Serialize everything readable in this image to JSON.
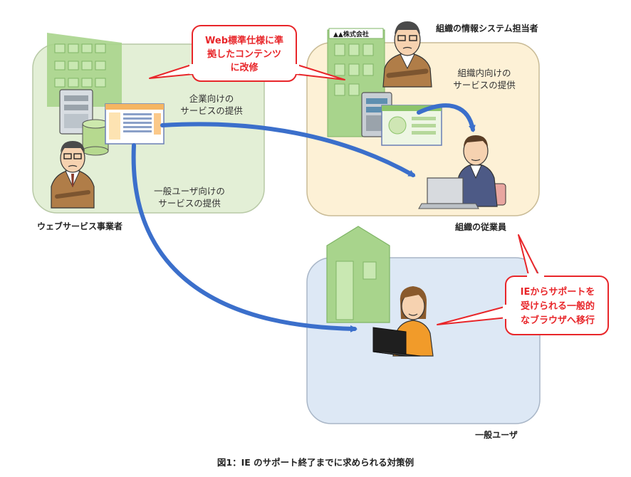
{
  "labels": {
    "web_service_provider": "ウェブサービス事業者",
    "org_it_staff": "組織の情報システム担当者",
    "org_employee": "組織の従業員",
    "general_user": "一般ユーザ",
    "enterprise_service": [
      "企業向けの",
      "サービスの提供"
    ],
    "internal_service": [
      "組織内向けの",
      "サービスの提供"
    ],
    "general_user_service": [
      "一般ユーザ向けの",
      "サービスの提供"
    ],
    "company_sign": "▲▲株式会社"
  },
  "callouts": {
    "web_standard": [
      "Web標準仕様に準",
      "拠したコンテンツ",
      "に改修"
    ],
    "browser_migration": [
      "IEからサポートを",
      "受けられる一般的",
      "なブラウザへ移行"
    ]
  },
  "caption": "図1：IE のサポート終了までに求められる対策例",
  "colors": {
    "green_zone": "#e3efd6",
    "orange_zone": "#fdf1d6",
    "blue_zone": "#dde8f5",
    "arrow_blue": "#3b6fcb",
    "callout_red": "#e8262a",
    "building_green": "#a8d48c"
  }
}
